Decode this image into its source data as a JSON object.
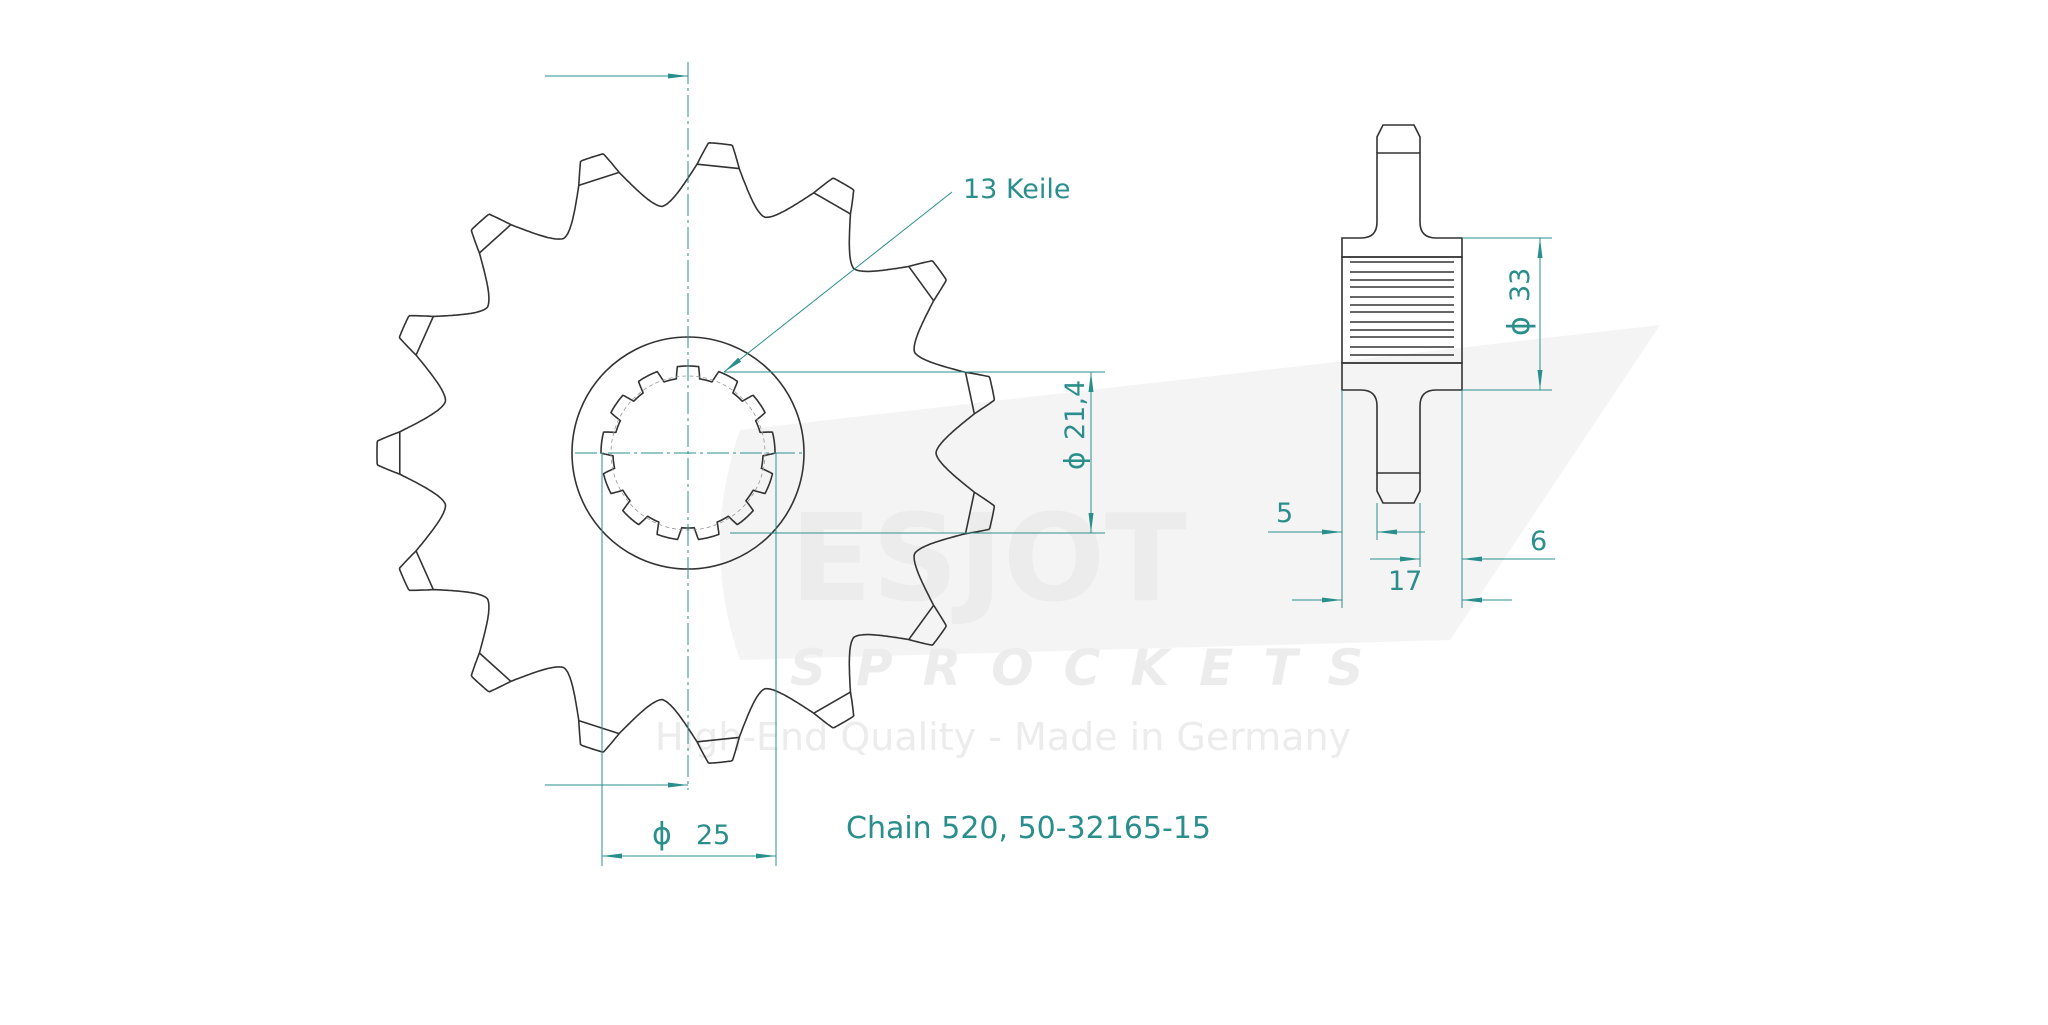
{
  "drawing": {
    "teeth_count": 15,
    "spline_count": 13,
    "spline_label": "13 Keile",
    "phi_symbol": "ϕ",
    "dim_spline_inner": "21,4",
    "dim_spline_outer": "25",
    "dim_hub_diameter": "33",
    "dim_offset": "5",
    "dim_tooth_width": "6",
    "dim_hub_width": "17",
    "caption": "Chain 520, 50-32165-15",
    "accent_color": "#2a8f8c",
    "line_color": "#333333"
  },
  "watermark": {
    "brand": "ESJOT",
    "subbrand": "SPROCKETS",
    "tagline": "High-End Quality - Made in Germany"
  }
}
